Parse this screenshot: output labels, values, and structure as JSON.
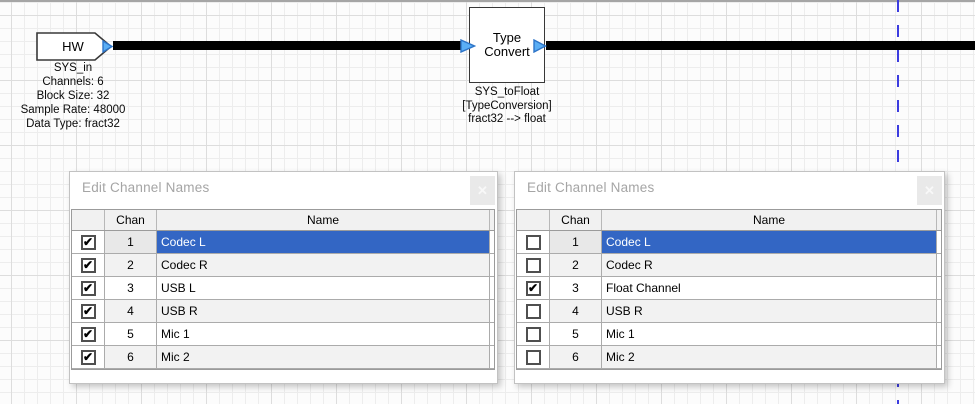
{
  "canvas": {
    "colors": {
      "wire": "#000000",
      "pin_fill": "#5aaef5",
      "pin_stroke": "#2d74c8",
      "cut_line": "#3c3ce0",
      "selection": "#3366c4"
    }
  },
  "blocks": {
    "hw": {
      "title": "HW",
      "annotations": [
        "SYS_in",
        "Channels: 6",
        "Block Size: 32",
        "Sample Rate: 48000",
        "Data Type: fract32"
      ]
    },
    "type_convert": {
      "line1": "Type",
      "line2": "Convert",
      "annotations": [
        "SYS_toFloat",
        "[TypeConversion]",
        "fract32 --> float"
      ]
    }
  },
  "ui": {
    "close_glyph": "✕"
  },
  "dialogs": [
    {
      "title": "Edit Channel Names",
      "columns": {
        "chan": "Chan",
        "name": "Name"
      },
      "rows": [
        {
          "chan": "1",
          "name": "Codec L",
          "check": "✔",
          "selected": true
        },
        {
          "chan": "2",
          "name": "Codec R",
          "check": "✔",
          "selected": false
        },
        {
          "chan": "3",
          "name": "USB L",
          "check": "✔",
          "selected": false
        },
        {
          "chan": "4",
          "name": "USB R",
          "check": "✔",
          "selected": false
        },
        {
          "chan": "5",
          "name": "Mic 1",
          "check": "✔",
          "selected": false
        },
        {
          "chan": "6",
          "name": "Mic 2",
          "check": "✔",
          "selected": false
        }
      ]
    },
    {
      "title": "Edit Channel Names",
      "columns": {
        "chan": "Chan",
        "name": "Name"
      },
      "rows": [
        {
          "chan": "1",
          "name": "Codec L",
          "check": "",
          "selected": true
        },
        {
          "chan": "2",
          "name": "Codec R",
          "check": "",
          "selected": false
        },
        {
          "chan": "3",
          "name": "Float Channel",
          "check": "✔",
          "selected": false
        },
        {
          "chan": "4",
          "name": "USB R",
          "check": "",
          "selected": false
        },
        {
          "chan": "5",
          "name": "Mic 1",
          "check": "",
          "selected": false
        },
        {
          "chan": "6",
          "name": "Mic 2",
          "check": "",
          "selected": false
        }
      ]
    }
  ]
}
